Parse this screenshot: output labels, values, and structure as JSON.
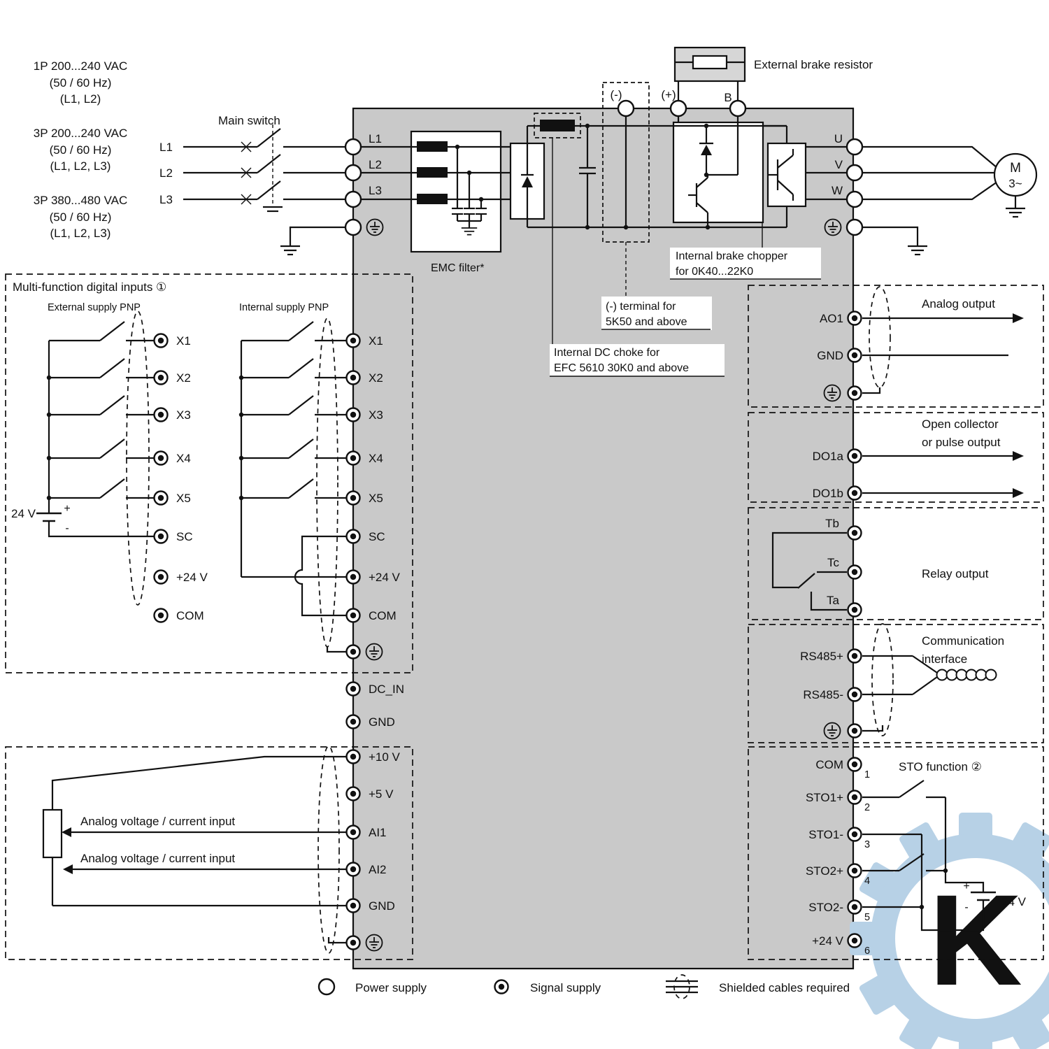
{
  "colors": {
    "drive_body": "#c9c9c9",
    "watermark": "#b7d1e6"
  },
  "supply": {
    "block1_l1": "1P 200...240 VAC",
    "block1_l2": "(50 / 60 Hz)",
    "block1_l3": "(L1, L2)",
    "block2_l1": "3P 200...240 VAC",
    "block2_l2": "(50 / 60 Hz)",
    "block2_l3": "(L1, L2, L3)",
    "block3_l1": "3P 380...480 VAC",
    "block3_l2": "(50 / 60 Hz)",
    "block3_l3": "(L1, L2, L3)",
    "phases": [
      "L1",
      "L2",
      "L3"
    ],
    "main_switch": "Main switch"
  },
  "drive": {
    "input_terminals": [
      "L1",
      "L2",
      "L3"
    ],
    "output_terminals": [
      "U",
      "V",
      "W"
    ],
    "emc_filter": "EMC filter*",
    "minus": "(-)",
    "plus": "(+)",
    "b": "B",
    "brake_resistor": "External brake resistor",
    "chopper_line1": "Internal brake chopper",
    "chopper_line2": "for 0K40...22K0",
    "minus_note_line1": "(-) terminal for",
    "minus_note_line2": "5K50 and above",
    "choke_note_line1": "Internal DC choke for",
    "choke_note_line2": "EFC 5610 30K0 and above",
    "motor_letter": "M",
    "motor_phases": "3~"
  },
  "digital_inputs": {
    "title": "Multi-function digital inputs ①",
    "external_label": "External supply PNP",
    "internal_label": "Internal supply PNP",
    "battery_voltage": "24 V",
    "plus": "+",
    "minus": "-",
    "terminals": [
      "X1",
      "X2",
      "X3",
      "X4",
      "X5",
      "SC",
      "+24 V",
      "COM"
    ]
  },
  "mid_terminals": {
    "dc_in": "DC_IN",
    "gnd": "GND"
  },
  "analog_inputs": {
    "terminals": [
      "+10 V",
      "+5 V",
      "AI1",
      "AI2",
      "GND"
    ],
    "input_label1": "Analog voltage / current input",
    "input_label2": "Analog voltage / current input"
  },
  "analog_output": {
    "title": "Analog output",
    "terminals": [
      "AO1",
      "GND"
    ]
  },
  "digital_outputs": {
    "title_line1": "Open collector",
    "title_line2": "or pulse output",
    "terminals": [
      "DO1a",
      "DO1b"
    ]
  },
  "relay": {
    "title": "Relay output",
    "terminals": [
      "Tb",
      "Tc",
      "Ta"
    ]
  },
  "communication": {
    "title_line1": "Communication",
    "title_line2": "interface",
    "terminals": [
      "RS485+",
      "RS485-"
    ]
  },
  "sto": {
    "title": "STO function ②",
    "terminals": [
      "COM",
      "STO1+",
      "STO1-",
      "STO2+",
      "STO2-",
      "+24 V"
    ],
    "pin_numbers": [
      "1",
      "2",
      "3",
      "4",
      "5",
      "6"
    ],
    "battery_voltage": "24 V",
    "plus": "+",
    "minus": "-"
  },
  "legend": {
    "power_supply": "Power supply",
    "signal_supply": "Signal supply",
    "shielded": "Shielded cables required"
  },
  "watermark_letter": "K"
}
